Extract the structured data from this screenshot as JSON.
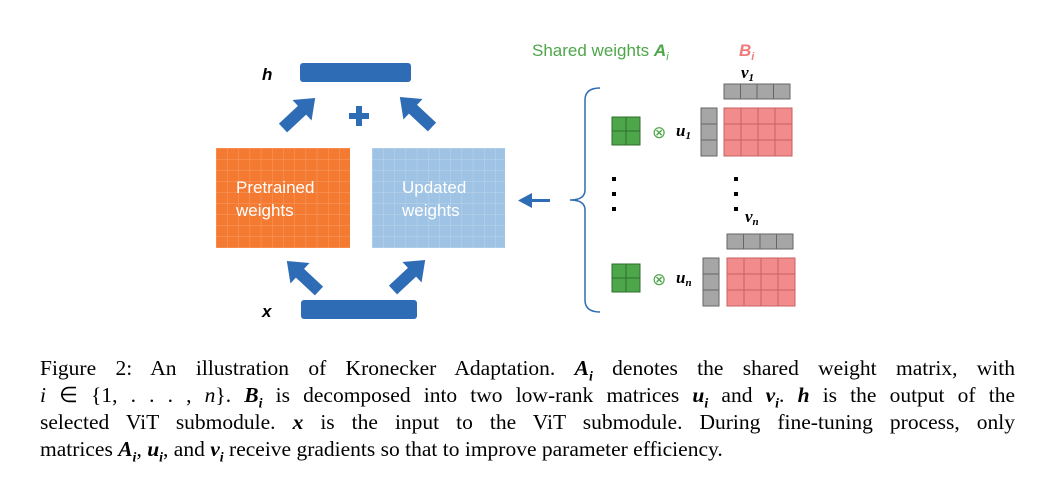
{
  "diagram": {
    "label_h": "h",
    "label_x": "x",
    "pretrained_line1": "Pretrained",
    "pretrained_line2": "weights",
    "updated_line1": "Updated",
    "updated_line2": "weights",
    "shared_weights_text": "Shared weights ",
    "shared_weights_sym": "A",
    "shared_weights_sub": "i",
    "b_sym": "B",
    "b_sub": "i",
    "v1_sym": "v",
    "v1_sub": "1",
    "vn_sym": "v",
    "vn_sub": "n",
    "u1_sym": "u",
    "u1_sub": "1",
    "un_sym": "u",
    "un_sub": "n",
    "kron_symbol": "⊗",
    "plus_symbol": "+",
    "colors": {
      "dark_blue": "#2f6cb6",
      "orange": "#f47a32",
      "light_blue": "#9fc3e4",
      "green": "#4ea64a",
      "pink": "#f28b8b",
      "gray": "#a6a6a6",
      "green_text": "#4ea64a",
      "pink_text": "#f07a7a"
    }
  },
  "caption": {
    "l1a": "Figure 2:   An illustration of Kronecker Adaptation. ",
    "l1_A": "A",
    "l1_Asub": "i",
    "l1b": " denotes the shared weight matrix, with",
    "l2_i": "i",
    "l2a": " ∈ {1, . . . , ",
    "l2_n": "n",
    "l2b": "}. ",
    "l2_B": "B",
    "l2_Bsub": "i",
    "l2c": " is decomposed into two low-rank matrices ",
    "l2_u": "u",
    "l2_usub": "i",
    "l2d": " and ",
    "l2_v": "v",
    "l2_vsub": "i",
    "l2e": ". ",
    "l2_h": "h",
    "l2f": " is the output of the",
    "l3a": "selected ViT submodule. ",
    "l3_x": "x",
    "l3b": " is the input to the ViT submodule. During fine-tuning process, only",
    "l4a": "matrices ",
    "l4_A": "A",
    "l4_Asub": "i",
    "l4b": ", ",
    "l4_u": "u",
    "l4_usub": "i",
    "l4c": ", and ",
    "l4_v": "v",
    "l4_vsub": "i",
    "l4d": " receive gradients so that to improve parameter efficiency."
  }
}
